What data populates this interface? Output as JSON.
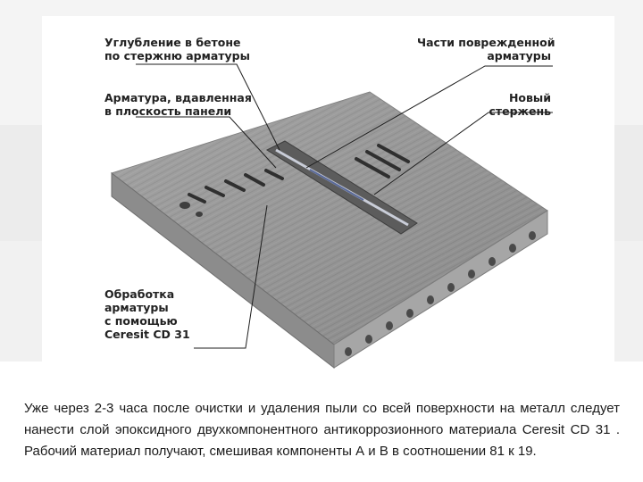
{
  "figure": {
    "labels": {
      "groove": "Углубление в бетоне\nпо стержню арматуры",
      "pressed": "Арматура, вдавленная\nв плоскость панели",
      "damaged": "Части поврежденной\nарматуры",
      "new_rod": "Новый\nстержень",
      "treatment": "Обработка\nарматуры\nс помощью\nCeresit CD 31"
    }
  },
  "caption": {
    "text": "Уже через 2-3 часа после очистки и удаления пыли со всей поверхности на металл следует нанести слой эпоксидного двухкомпонентного антикоррозионного материала Ceresit CD 31 . Рабочий материал получают, смешивая компоненты А и В в соотношении 81 к 19."
  }
}
